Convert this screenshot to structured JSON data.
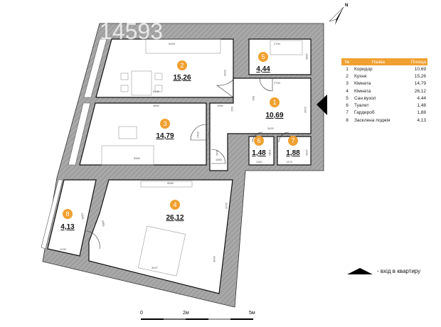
{
  "watermark": "14593",
  "compass": {
    "label": "N"
  },
  "colors": {
    "accent": "#f0a030",
    "wall": "#a0a0a0"
  },
  "rooms": [
    {
      "num": "1",
      "area": "10,69"
    },
    {
      "num": "2",
      "area": "15,26"
    },
    {
      "num": "3",
      "area": "14,79"
    },
    {
      "num": "4",
      "area": "26,12"
    },
    {
      "num": "5",
      "area": "4,44"
    },
    {
      "num": "6",
      "area": "1,48"
    },
    {
      "num": "7",
      "area": "1,88"
    },
    {
      "num": "8",
      "area": "4,13"
    }
  ],
  "dimensions": [
    "5495",
    "2630",
    "6130",
    "2790",
    "1580",
    "2790",
    "2440",
    "580",
    "540",
    "4850",
    "1560",
    "2810",
    "2810",
    "1440",
    "1560",
    "3420",
    "1080",
    "1160",
    "1290",
    "1470",
    "5560",
    "5565",
    "2230",
    "2065",
    "2345",
    "1230",
    "3947",
    "2645"
  ],
  "legend": {
    "headers": [
      "№",
      "Назва",
      "Площа"
    ],
    "rows": [
      [
        "1",
        "Коридор",
        "10,69"
      ],
      [
        "2",
        "Кухня",
        "15,26"
      ],
      [
        "3",
        "Кімната",
        "14,79"
      ],
      [
        "4",
        "Кімната",
        "26,12"
      ],
      [
        "5",
        "Сан.вузол",
        "4,44"
      ],
      [
        "6",
        "Туалет",
        "1,48"
      ],
      [
        "7",
        "Гардероб",
        "1,88"
      ],
      [
        "8",
        "Засклена лоджія",
        "4,13"
      ]
    ]
  },
  "entrance_legend": "-  вхід в квартиру",
  "scale": {
    "labels": [
      "0",
      "2м",
      "5м"
    ]
  }
}
